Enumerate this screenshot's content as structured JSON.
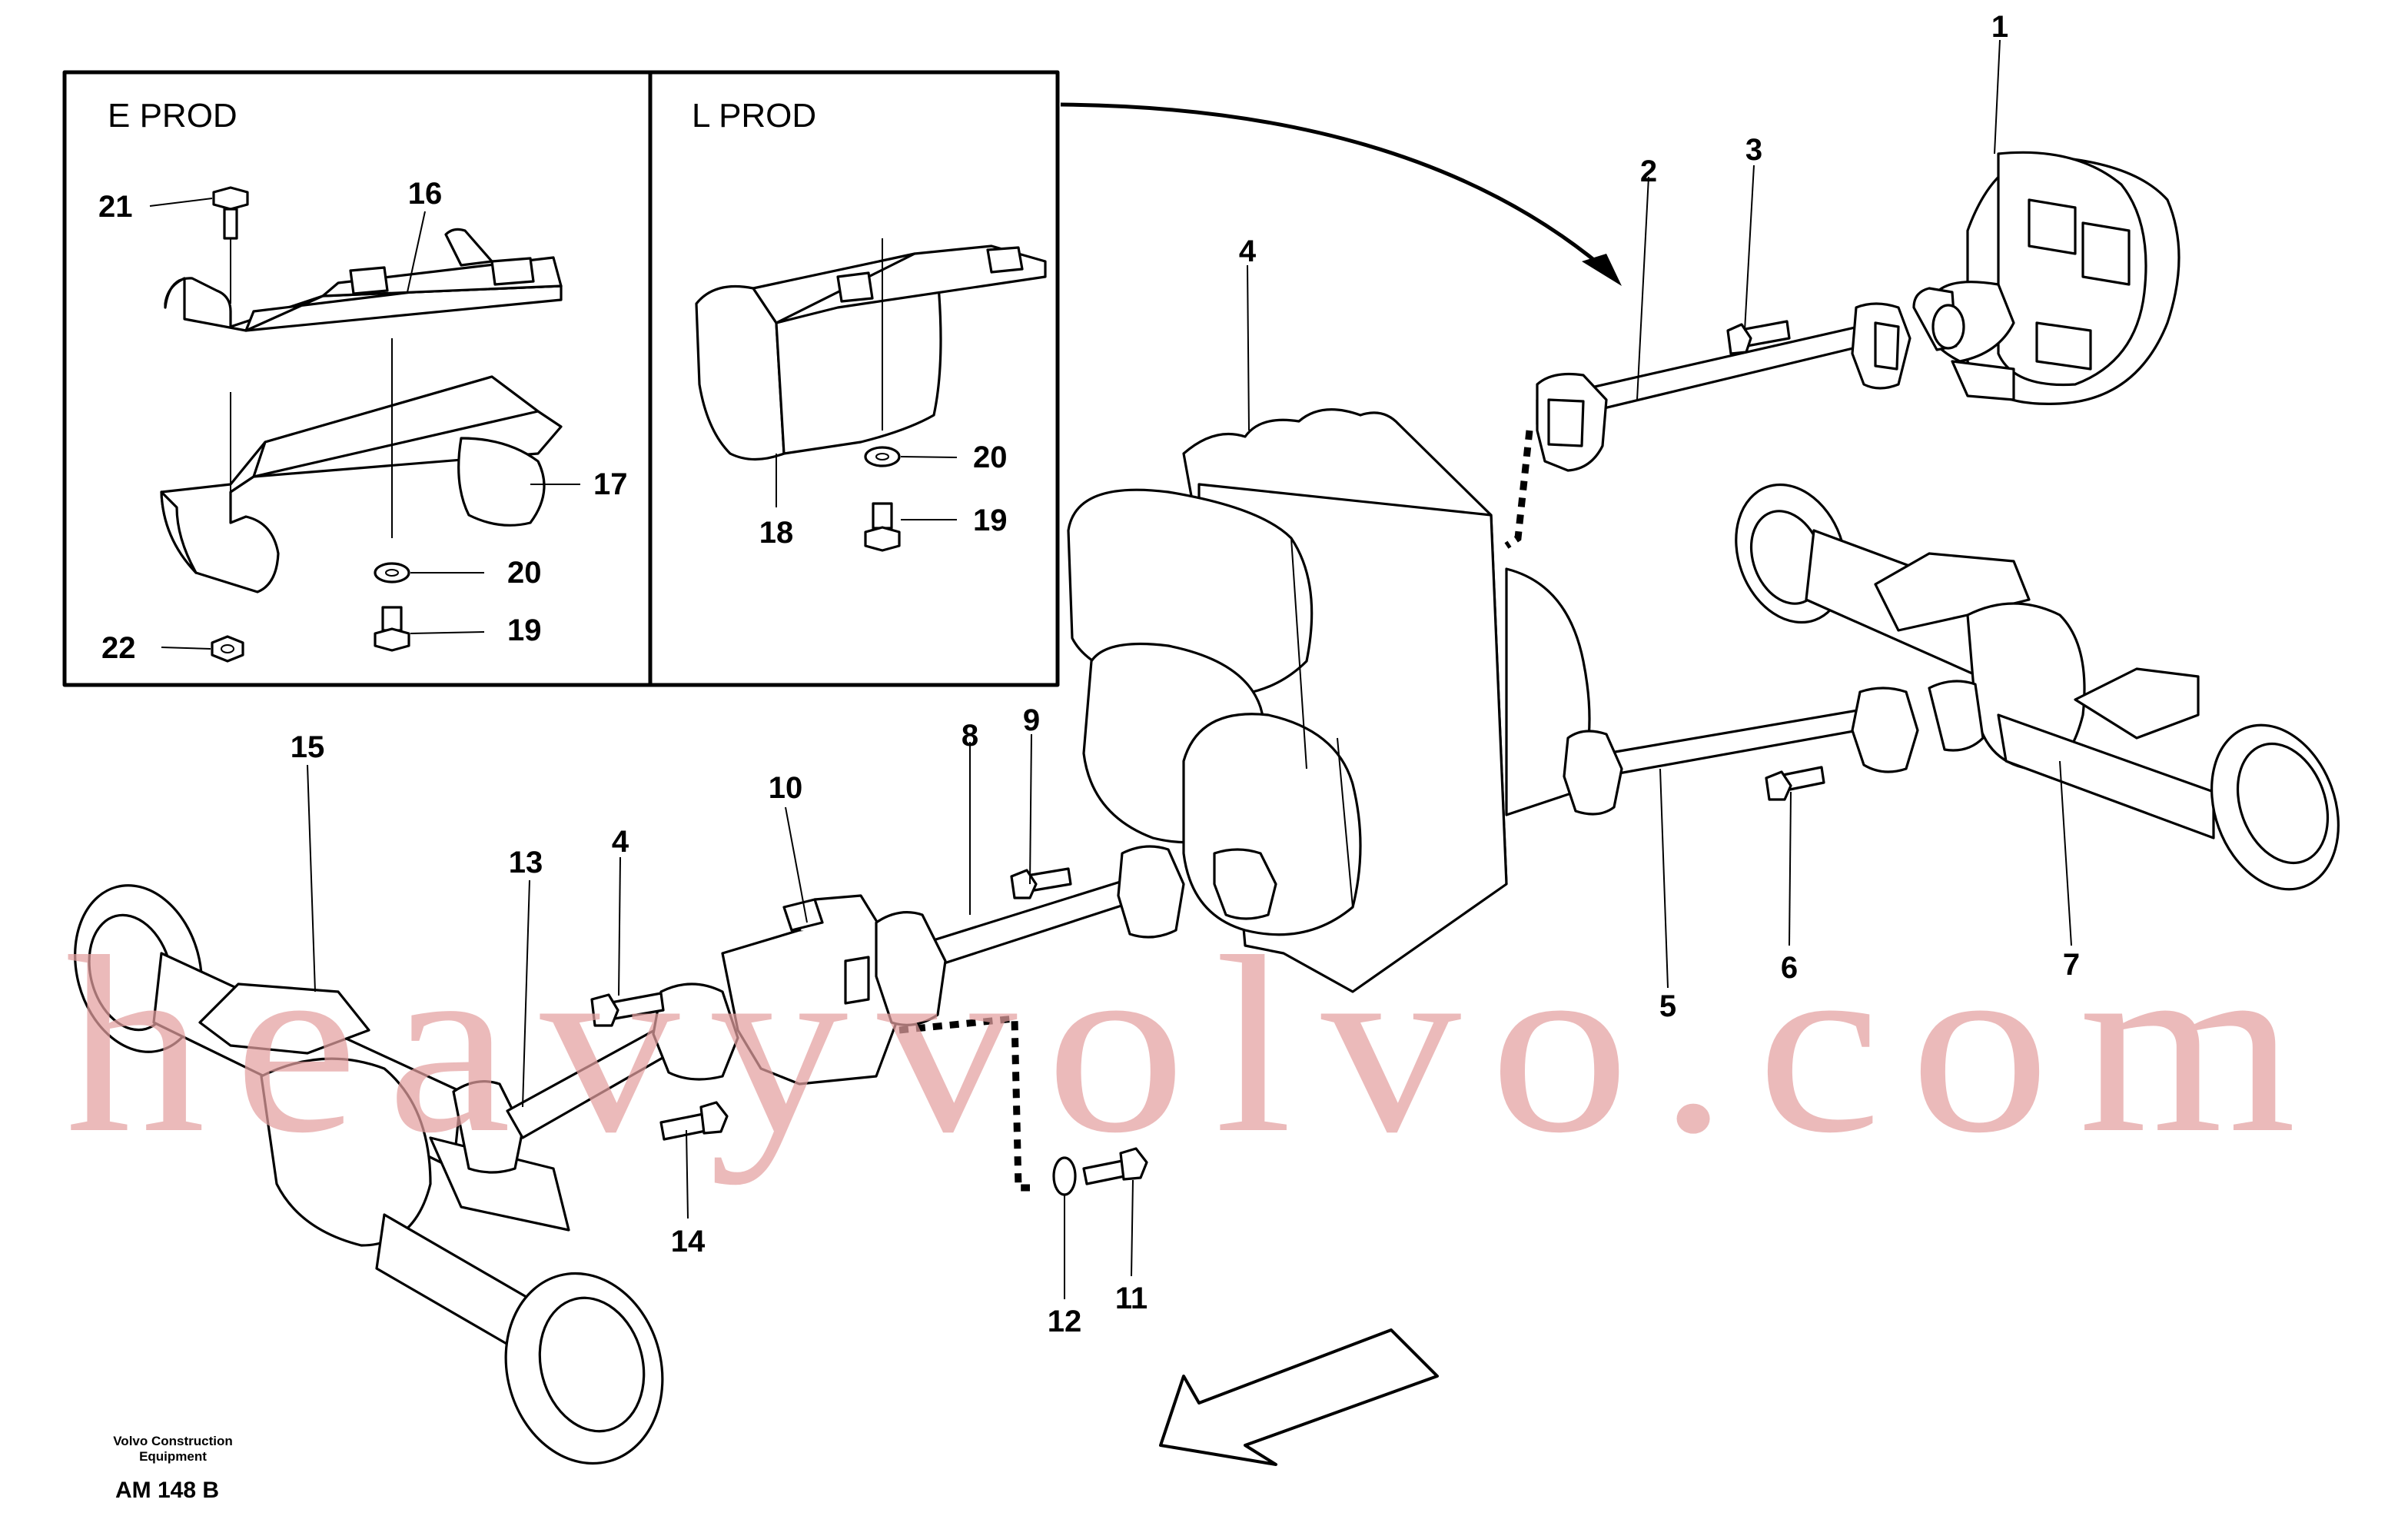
{
  "insets": {
    "e_prod": {
      "title": "E PROD"
    },
    "l_prod": {
      "title": "L PROD"
    }
  },
  "callouts": {
    "n1": "1",
    "n2": "2",
    "n3": "3",
    "n4a": "4",
    "n4b": "4",
    "n5": "5",
    "n6": "6",
    "n7": "7",
    "n8": "8",
    "n9": "9",
    "n10": "10",
    "n11": "11",
    "n12": "12",
    "n13": "13",
    "n14": "14",
    "n15": "15",
    "n16": "16",
    "n17": "17",
    "n18": "18",
    "n19a": "19",
    "n19b": "19",
    "n20a": "20",
    "n20b": "20",
    "n21": "21",
    "n22": "22"
  },
  "footer": {
    "credit_line1": "Volvo Construction",
    "credit_line2": "Equipment",
    "code": "AM 148 B"
  },
  "watermark": "heavyvolvo.com"
}
